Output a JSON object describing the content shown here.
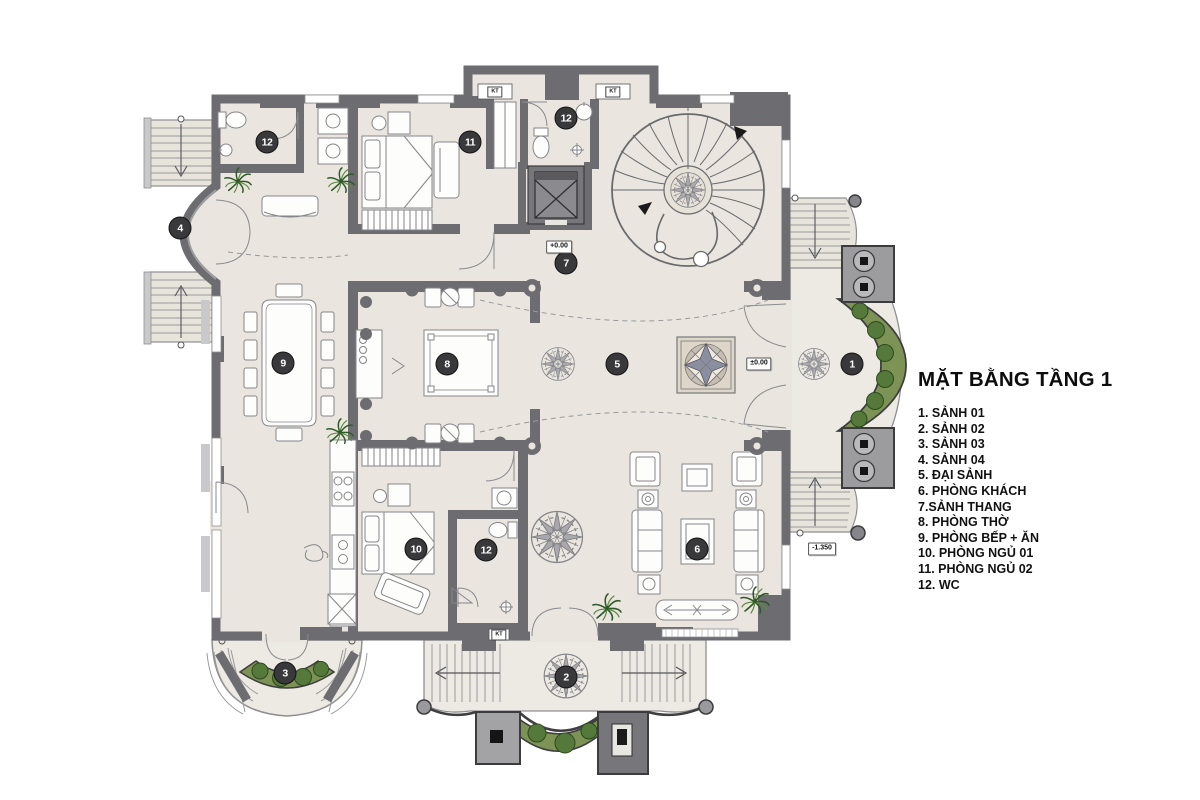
{
  "header": {
    "title": "MẶT BẰNG TẦNG 1"
  },
  "legend": {
    "items": [
      "1. SẢNH 01",
      "2. SẢNH 02",
      "3. SẢNH 03",
      "4. SẢNH 04",
      "5. ĐẠI SẢNH",
      "6. PHÒNG KHÁCH",
      "7.SẢNH THANG",
      "8. PHÒNG THỜ",
      "9. PHÒNG BẾP + ĂN",
      "10. PHÒNG NGỦ 01",
      "11. PHÒNG NGỦ 02",
      "12. WC"
    ]
  },
  "plan": {
    "room_badges": [
      {
        "room": "sanh-01",
        "label": "1"
      },
      {
        "room": "sanh-02",
        "label": "2"
      },
      {
        "room": "sanh-03",
        "label": "3"
      },
      {
        "room": "sanh-04",
        "label": "4"
      },
      {
        "room": "dai-sanh",
        "label": "5"
      },
      {
        "room": "phong-khach",
        "label": "6"
      },
      {
        "room": "sanh-thang",
        "label": "7"
      },
      {
        "room": "phong-tho",
        "label": "8"
      },
      {
        "room": "phong-bep-an",
        "label": "9"
      },
      {
        "room": "phong-ngu-01",
        "label": "10"
      },
      {
        "room": "phong-ngu-02",
        "label": "11"
      },
      {
        "room": "wc-top-left",
        "label": "12"
      },
      {
        "room": "wc-top-center",
        "label": "12"
      },
      {
        "room": "wc-bottom",
        "label": "12"
      }
    ],
    "annotations": {
      "shaft_label": "KT",
      "level_main_entry": "±0.00",
      "level_stair_hall": "+0.00",
      "level_terrace": "-1.350"
    },
    "colors": {
      "wall": "#6d6d71",
      "floor": "#eae6df",
      "porch_floor": "#edeae3",
      "planter_green": "#7d9355",
      "bush_green": "#55793a",
      "badge": "#39393c"
    }
  }
}
